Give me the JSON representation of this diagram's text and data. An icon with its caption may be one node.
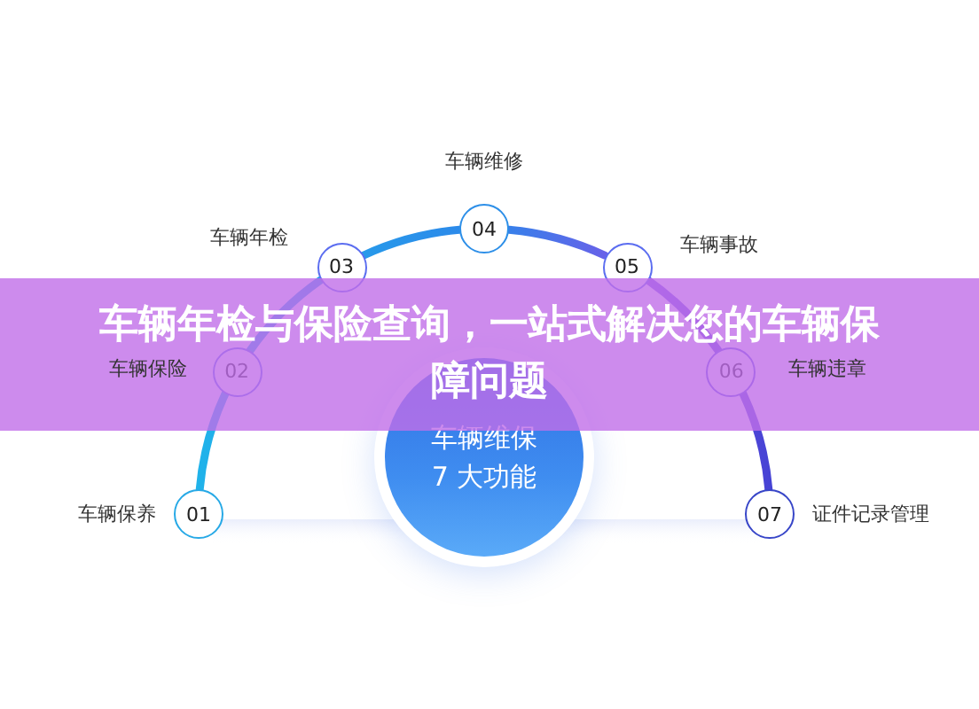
{
  "diagram": {
    "title": "车辆年检与保险查询，一站式解决您的车辆保障问题",
    "nodes": [
      {
        "text": [
          "01"
        ],
        "beside": [
          "车辆保养"
        ]
      },
      {
        "text": [
          "02"
        ],
        "beside": [
          "车辆保险"
        ]
      },
      {
        "text": [
          "03"
        ],
        "beside": [
          "车辆年检"
        ]
      },
      {
        "text": [
          "04"
        ],
        "beside": [
          "车辆维修"
        ]
      },
      {
        "text": [
          "05"
        ],
        "beside": [
          "车辆事故"
        ]
      },
      {
        "text": [
          "06"
        ],
        "beside": [
          "车辆违章"
        ]
      },
      {
        "text": [
          "07"
        ],
        "beside": [
          "证件记录管理"
        ]
      },
      {
        "text": [
          "车辆维保",
          "7 大功能"
        ]
      }
    ],
    "edges": [
      {
        "from": 0,
        "to": 1,
        "arrow": "none"
      },
      {
        "from": 1,
        "to": 2,
        "arrow": "none"
      },
      {
        "from": 2,
        "to": 3,
        "arrow": "none"
      },
      {
        "from": 3,
        "to": 4,
        "arrow": "none"
      },
      {
        "from": 4,
        "to": 5,
        "arrow": "none"
      },
      {
        "from": 5,
        "to": 6,
        "arrow": "none"
      }
    ]
  }
}
